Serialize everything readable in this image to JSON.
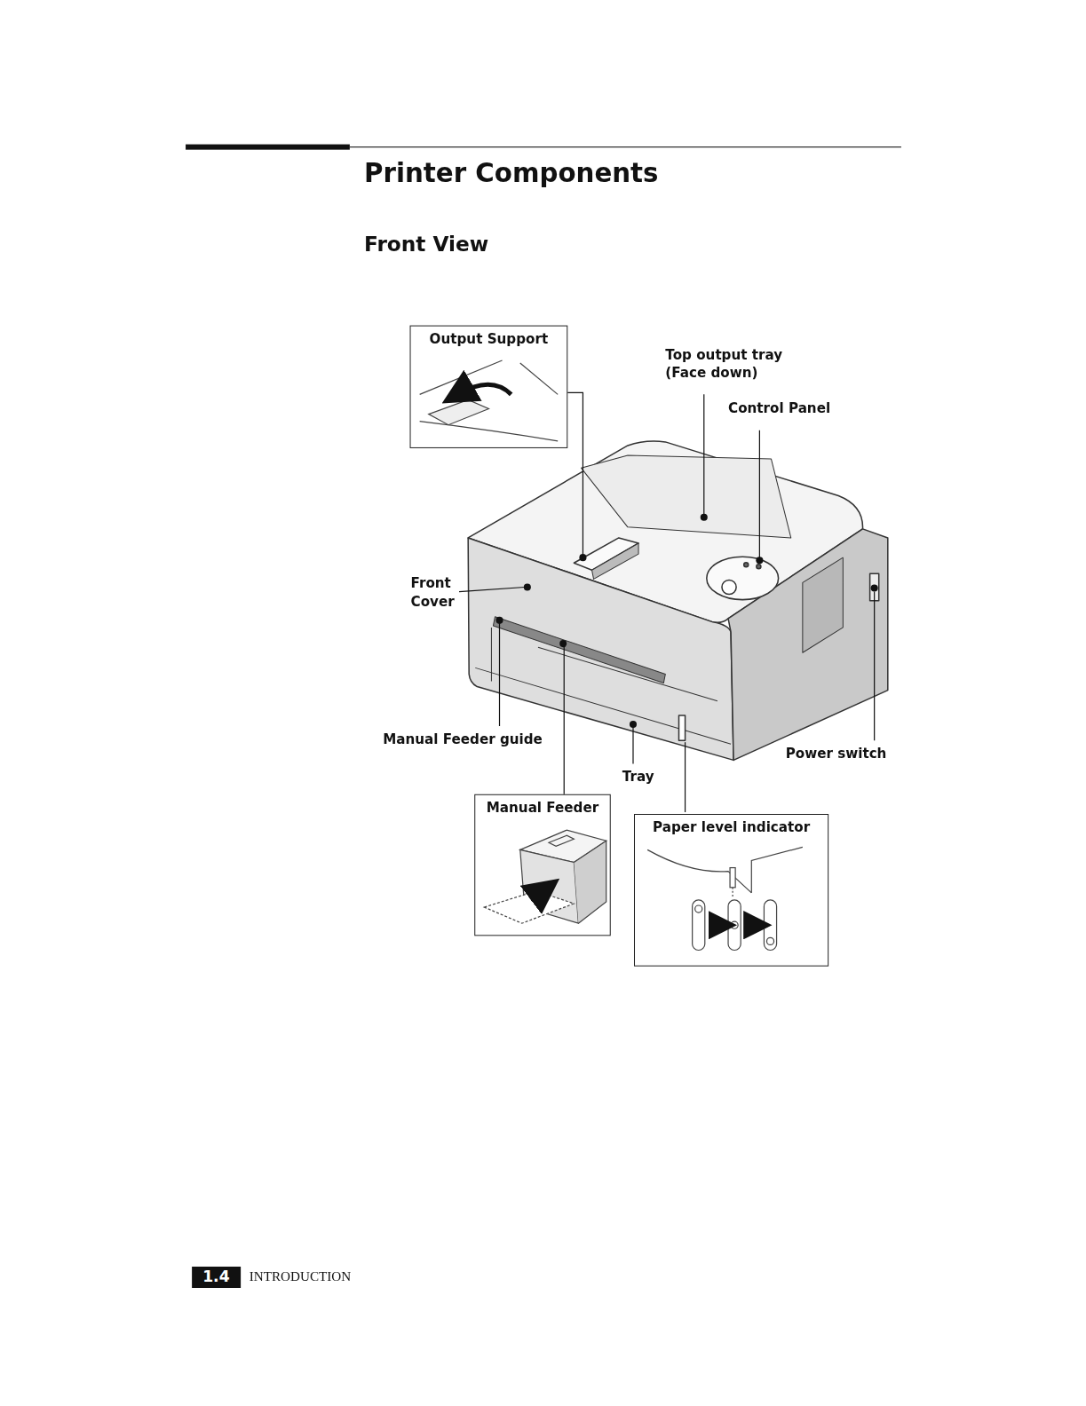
{
  "diagram": {
    "title": "Printer Components",
    "nodes": [
      {
        "text": [
          "Output Support"
        ]
      },
      {
        "text": [
          "Manual Feeder"
        ]
      },
      {
        "text": [
          "Paper level indicator"
        ]
      }
    ],
    "labels": [
      "Front View",
      "Top output tray (Face down)",
      "Control Panel",
      "Front Cover",
      "Manual Feeder guide",
      "Tray",
      "Power switch",
      "1.4",
      "INTRODUCTION"
    ]
  }
}
